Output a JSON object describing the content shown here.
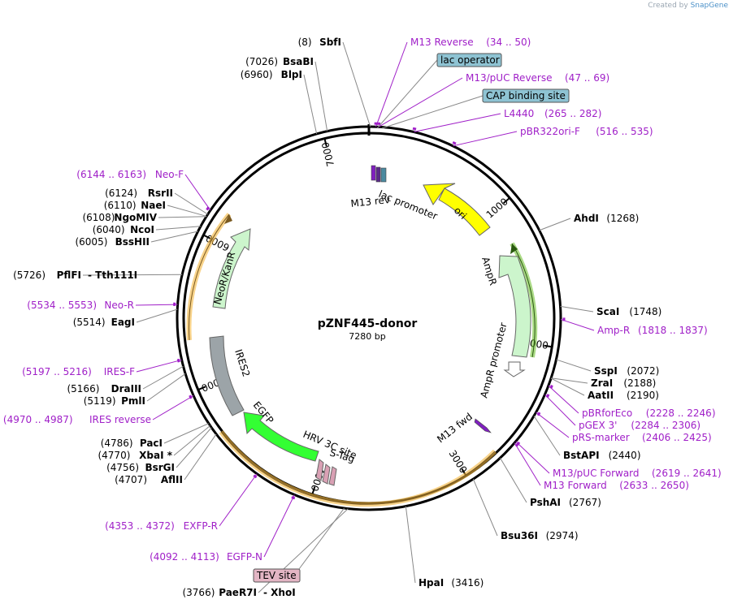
{
  "credit": {
    "prefix": "Created by",
    "brand": "SnapGene"
  },
  "plasmid": {
    "name": "pZNF445-donor",
    "length_label": "7280 bp",
    "length": 7280
  },
  "ticks": [
    {
      "pos": 1000,
      "label": "1000"
    },
    {
      "pos": 2000,
      "label": "2000"
    },
    {
      "pos": 3000,
      "label": "3000"
    },
    {
      "pos": 4000,
      "label": "4000"
    },
    {
      "pos": 5000,
      "label": "5000"
    },
    {
      "pos": 6000,
      "label": "6000"
    },
    {
      "pos": 7000,
      "label": "7000"
    }
  ],
  "enzymes": [
    {
      "name": "SbfI",
      "pos": "(8)",
      "site": 8
    },
    {
      "name": "BsaBI",
      "pos": "(7026)",
      "site": 7026
    },
    {
      "name": "BlpI",
      "pos": "(6960)",
      "site": 6960
    },
    {
      "name": "AhdI",
      "pos": "(1268)",
      "site": 1268
    },
    {
      "name": "ScaI",
      "pos": "(1748)",
      "site": 1748
    },
    {
      "name": "SspI",
      "pos": "(2072)",
      "site": 2072
    },
    {
      "name": "ZraI",
      "pos": "(2188)",
      "site": 2188
    },
    {
      "name": "AatII",
      "pos": "(2190)",
      "site": 2190
    },
    {
      "name": "BstAPI",
      "pos": "(2440)",
      "site": 2440
    },
    {
      "name": "PshAI",
      "pos": "(2767)",
      "site": 2767
    },
    {
      "name": "Bsu36I",
      "pos": "(2974)",
      "site": 2974
    },
    {
      "name": "HpaI",
      "pos": "(3416)",
      "site": 3416
    },
    {
      "name": "PaeR7I",
      "pos": "(3766)",
      "site": 3766,
      "extra": "XhoI"
    },
    {
      "name": "AflII",
      "pos": "(4707)",
      "site": 4707
    },
    {
      "name": "BsrGI",
      "pos": "(4756)",
      "site": 4756
    },
    {
      "name": "XbaI *",
      "pos": "(4770)",
      "site": 4770
    },
    {
      "name": "PacI",
      "pos": "(4786)",
      "site": 4786
    },
    {
      "name": "PmlI",
      "pos": "(5119)",
      "site": 5119
    },
    {
      "name": "DraIII",
      "pos": "(5166)",
      "site": 5166
    },
    {
      "name": "EagI",
      "pos": "(5514)",
      "site": 5514
    },
    {
      "name": "PflFI",
      "pos": "(5726)",
      "site": 5726,
      "extra": "Tth111I"
    },
    {
      "name": "BssHII",
      "pos": "(6005)",
      "site": 6005
    },
    {
      "name": "NcoI",
      "pos": "(6040)",
      "site": 6040
    },
    {
      "name": "NgoMIV",
      "pos": "(6108)",
      "site": 6108
    },
    {
      "name": "NaeI",
      "pos": "(6110)",
      "site": 6110
    },
    {
      "name": "RsrII",
      "pos": "(6124)",
      "site": 6124
    }
  ],
  "primers": [
    {
      "name": "M13 Reverse",
      "range": "(34 .. 50)",
      "site": 42
    },
    {
      "name": "M13/pUC Reverse",
      "range": "(47 .. 69)",
      "site": 58
    },
    {
      "name": "L4440",
      "range": "(265 .. 282)",
      "site": 273
    },
    {
      "name": "pBR322ori-F",
      "range": "(516 .. 535)",
      "site": 525
    },
    {
      "name": "Amp-R",
      "range": "(1818 .. 1837)",
      "site": 1827
    },
    {
      "name": "pBRforEco",
      "range": "(2228 .. 2246)",
      "site": 2237
    },
    {
      "name": "pGEX 3'",
      "range": "(2284 .. 2306)",
      "site": 2295
    },
    {
      "name": "pRS-marker",
      "range": "(2406 .. 2425)",
      "site": 2415
    },
    {
      "name": "M13/pUC Forward",
      "range": "(2619 .. 2641)",
      "site": 2630
    },
    {
      "name": "M13 Forward",
      "range": "(2633 .. 2650)",
      "site": 2641
    },
    {
      "name": "EXFP-R",
      "range": "(4353 .. 4372)",
      "site": 4362
    },
    {
      "name": "EGFP-N",
      "range": "(4092 .. 4113)",
      "site": 4102
    },
    {
      "name": "IRES reverse",
      "range": "(4970 .. 4987)",
      "site": 4978
    },
    {
      "name": "IRES-F",
      "range": "(5197 .. 5216)",
      "site": 5206
    },
    {
      "name": "Neo-R",
      "range": "(5534 .. 5553)",
      "site": 5543
    },
    {
      "name": "Neo-F",
      "range": "(6144 .. 6163)",
      "site": 6153
    }
  ],
  "boxed_features": [
    {
      "name": "lac operator",
      "color": "#8ec3d3"
    },
    {
      "name": "CAP binding site",
      "color": "#8ec3d3"
    },
    {
      "name": "TEV site",
      "color": "#e3b5c4"
    }
  ],
  "features": [
    {
      "name": "ori",
      "color": "#ffff00"
    },
    {
      "name": "AmpR",
      "color": "#ccf5cc"
    },
    {
      "name": "AmpR promoter",
      "color": "#ffffff"
    },
    {
      "name": "NeoR/KanR",
      "color": "#ccf5cc"
    },
    {
      "name": "IRES2",
      "color": "#9ca4a8"
    },
    {
      "name": "EGFP",
      "color": "#33ff33"
    },
    {
      "name": "HRV 3C site",
      "color": "#d9a0b4"
    },
    {
      "name": "S-Tag",
      "color": "#d9a0b4"
    },
    {
      "name": "lac promoter",
      "color": "#7fc5d8"
    },
    {
      "name": "M13 rev",
      "color": "#8020c0"
    },
    {
      "name": "M13 fwd",
      "color": "#8020c0"
    }
  ],
  "colors": {
    "primer": "#a020c8",
    "orf_highlight": "#f4b63c",
    "ampr_orf": "#66bb22"
  }
}
